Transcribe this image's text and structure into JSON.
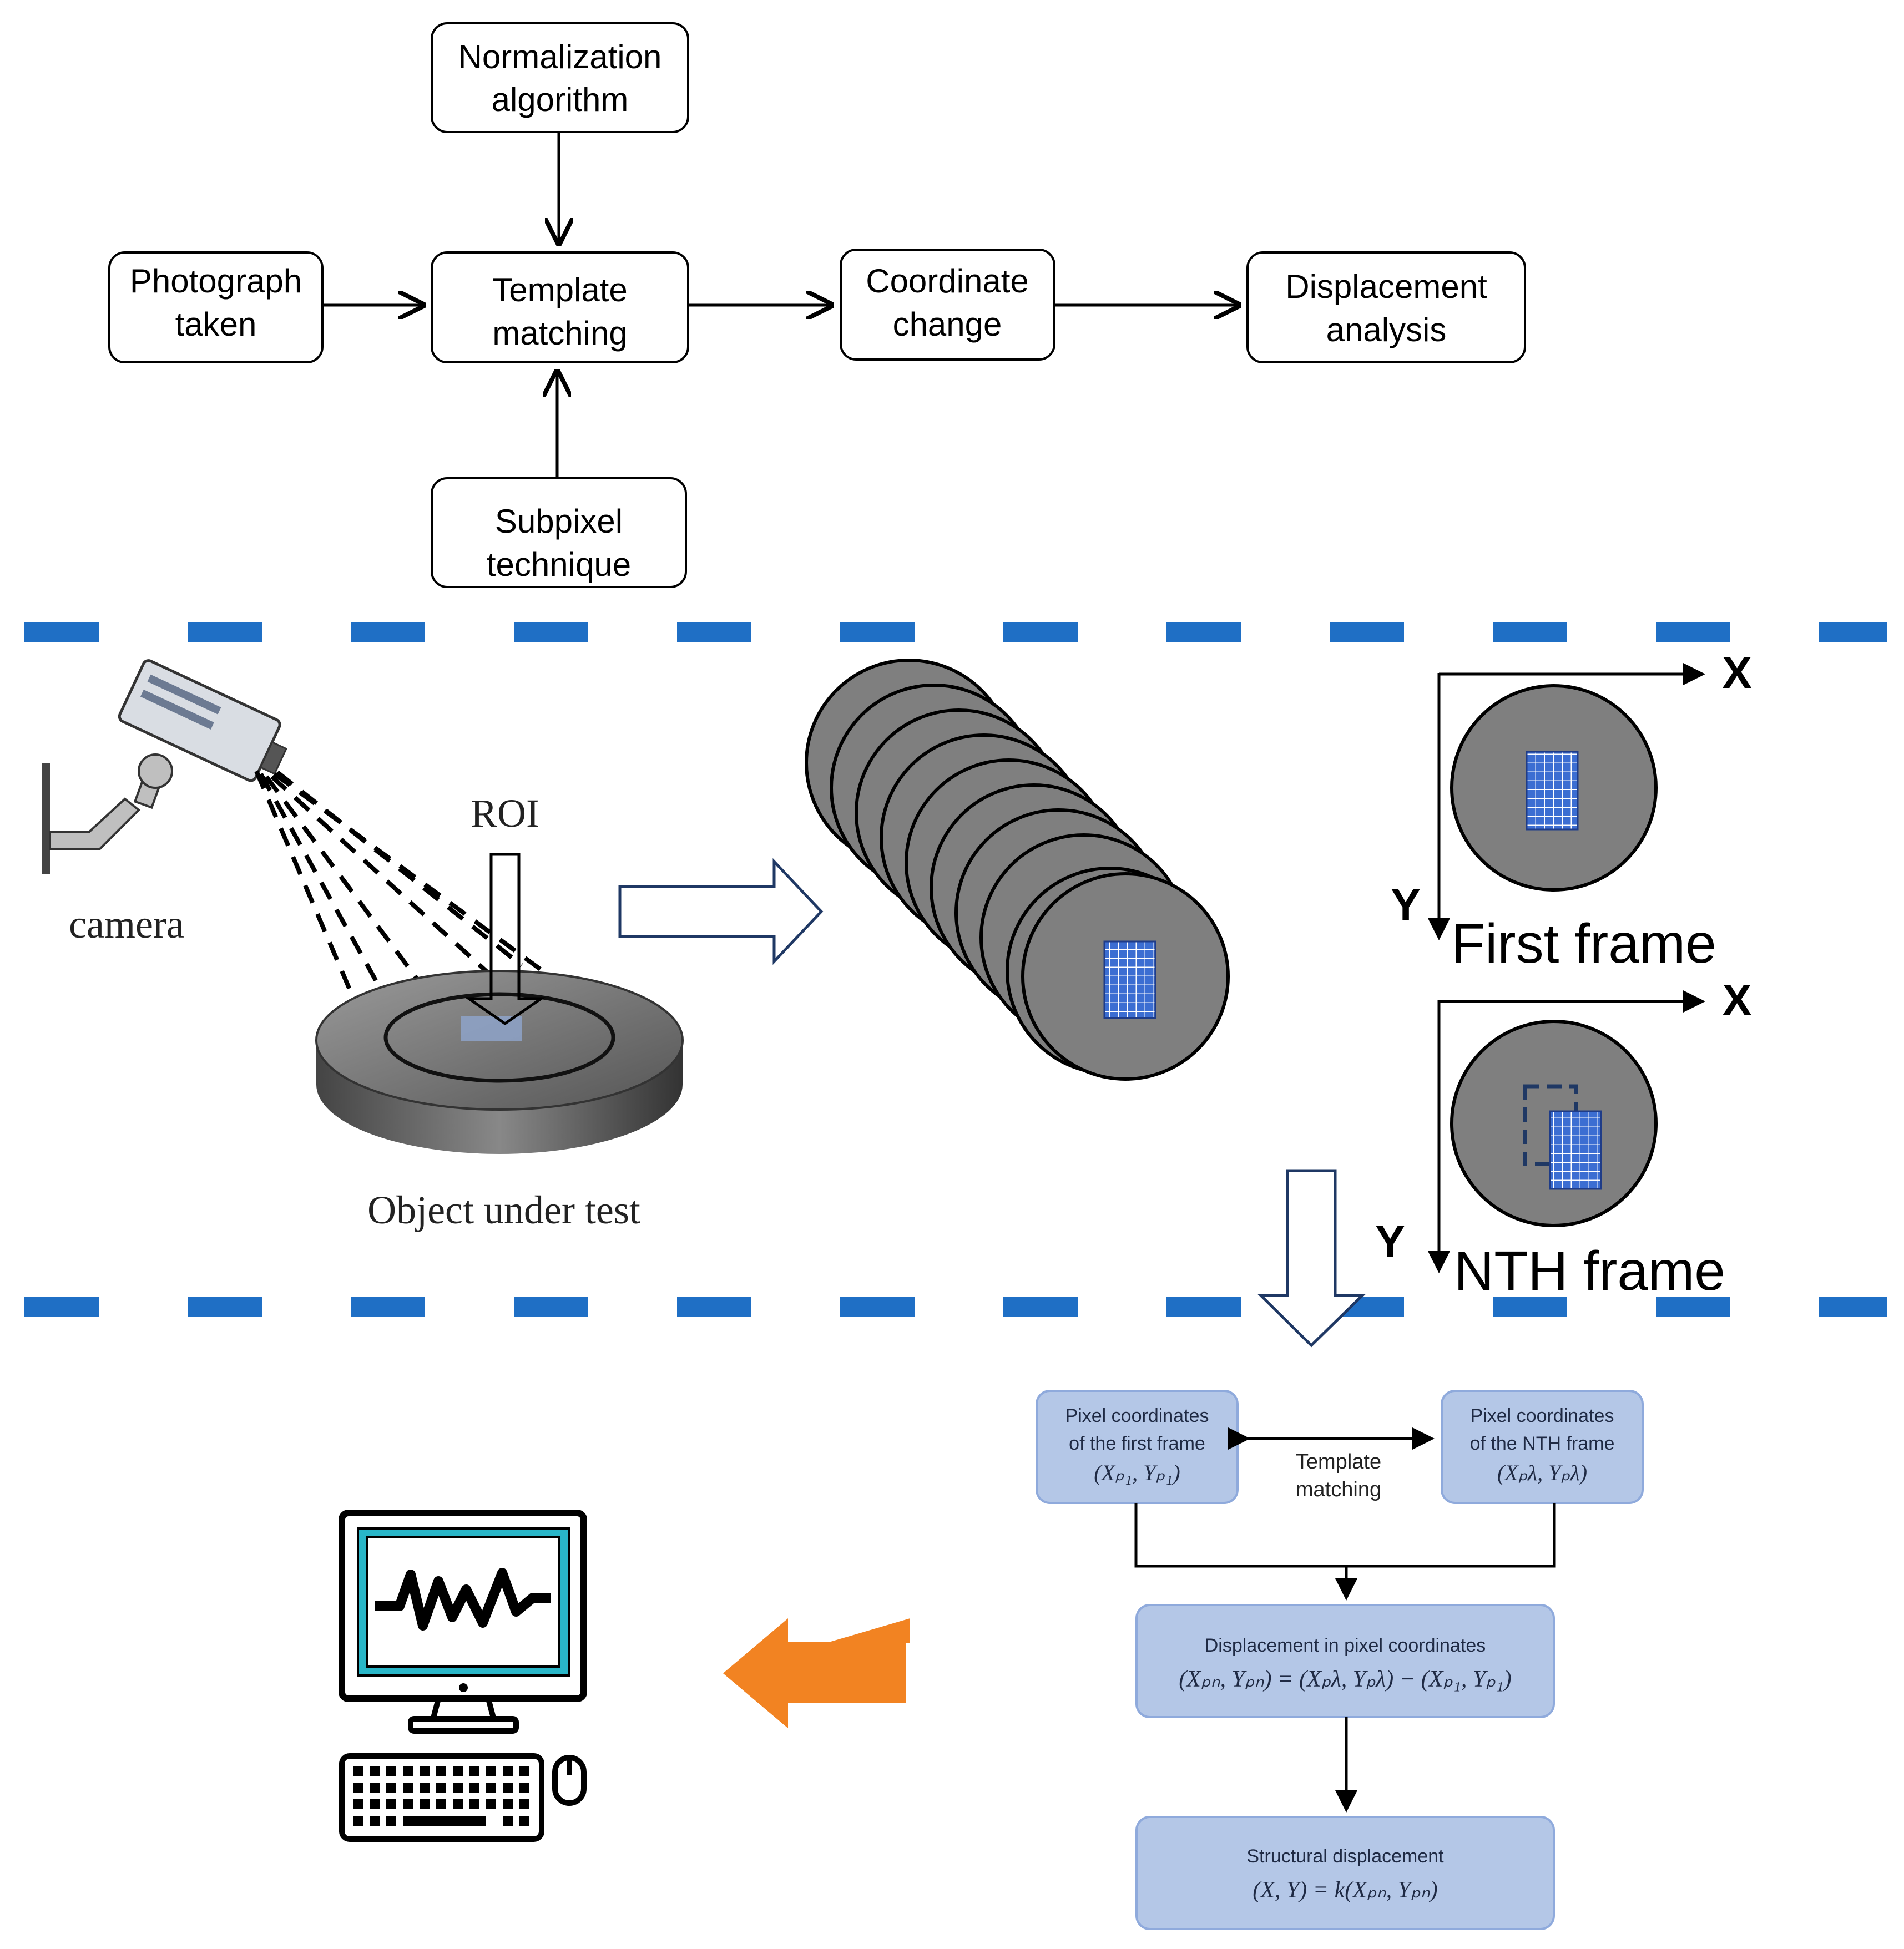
{
  "flowchart": {
    "normalization": [
      "Normalization",
      "algorithm"
    ],
    "photograph": [
      "Photograph",
      "taken"
    ],
    "template": [
      "Template",
      "matching"
    ],
    "coordinate": [
      "Coordinate",
      "change"
    ],
    "displacement": [
      "Displacement",
      "analysis"
    ],
    "subpixel": [
      "Subpixel",
      "technique"
    ]
  },
  "scene": {
    "roi_label": "ROI",
    "camera_label": "camera",
    "object_label": "Object under test"
  },
  "frames": {
    "x_axis": "X",
    "y_axis": "Y",
    "first_frame": "First frame",
    "nth_frame": "NTH frame"
  },
  "process": {
    "first_coords": [
      "Pixel coordinates",
      "of the first frame",
      "(Xₚ₁, Yₚ₁)"
    ],
    "nth_coords": [
      "Pixel coordinates",
      "of the NTH frame",
      "(Xₚλ, Yₚλ)"
    ],
    "template_matching": [
      "Template",
      "matching"
    ],
    "displacement_pixel": [
      "Displacement in pixel coordinates",
      "(Xₚₙ, Yₚₙ) = (Xₚλ, Yₚλ) − (Xₚ₁, Yₚ₁)"
    ],
    "structural": [
      "Structural displacement",
      "(X, Y) = k(Xₚₙ, Yₚₙ)"
    ]
  },
  "colors": {
    "divider_blue": "#1f6fc5",
    "process_box_fill": "#b4c7e7",
    "process_box_stroke": "#8faadc",
    "disk_fill": "#7f7f7f",
    "roi_fill": "#4472c4",
    "orange_arrow": "#f28322"
  }
}
